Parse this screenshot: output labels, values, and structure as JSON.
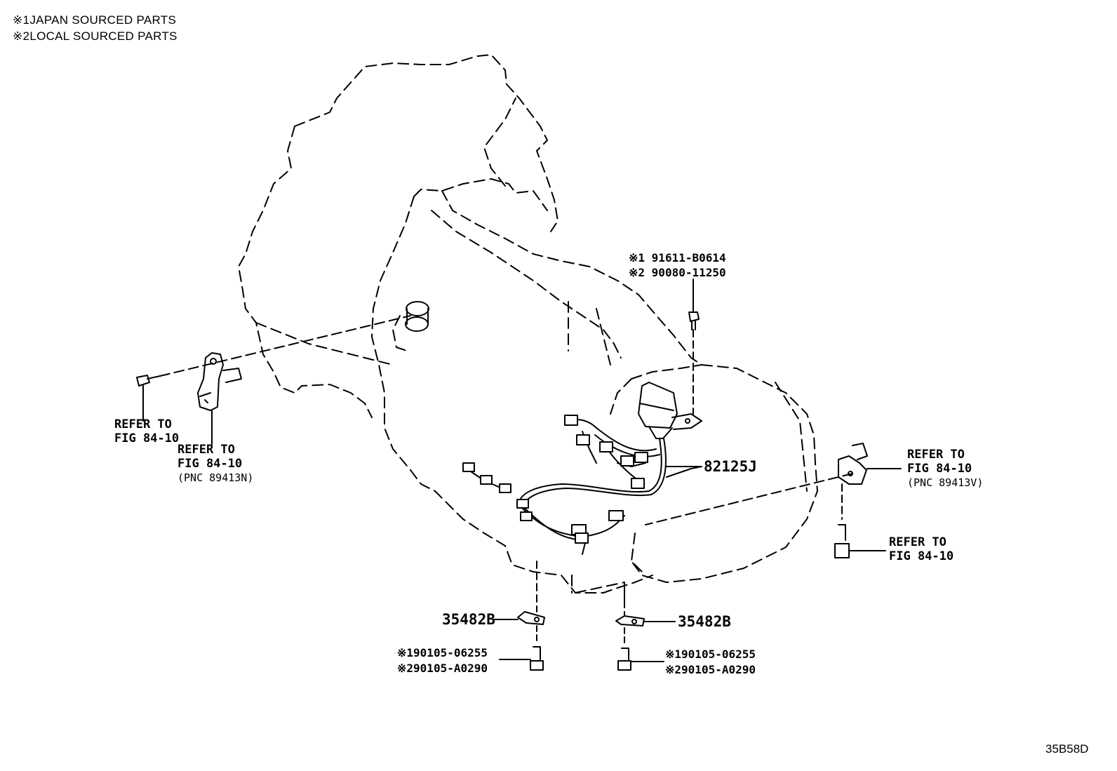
{
  "notes": [
    {
      "mark": "※1",
      "text": "JAPAN SOURCED PARTS"
    },
    {
      "mark": "※2",
      "text": "LOCAL SOURCED PARTS"
    }
  ],
  "callouts": {
    "top_bolt": {
      "line1": "※1 91611-B0614",
      "line2": "※2 90080-11250"
    },
    "harness": "82125J",
    "bracket_left": "35482B",
    "bracket_right": "35482B",
    "bolt_left": {
      "line1": "※190105-06255",
      "line2": "※290105-A0290"
    },
    "bolt_right": {
      "line1": "※190105-06255",
      "line2": "※290105-A0290"
    },
    "ref_left_bolt": {
      "line1": "REFER TO",
      "line2": "FIG 84-10"
    },
    "ref_left_sensor": {
      "line1": "REFER TO",
      "line2": "FIG 84-10",
      "pnc": "(PNC 89413N)"
    },
    "ref_right_sensor": {
      "line1": "REFER TO",
      "line2": "FIG 84-10",
      "pnc": "(PNC 89413V)"
    },
    "ref_right_bolt": {
      "line1": "REFER TO",
      "line2": "FIG 84-10"
    }
  },
  "figure_code": "35B58D"
}
